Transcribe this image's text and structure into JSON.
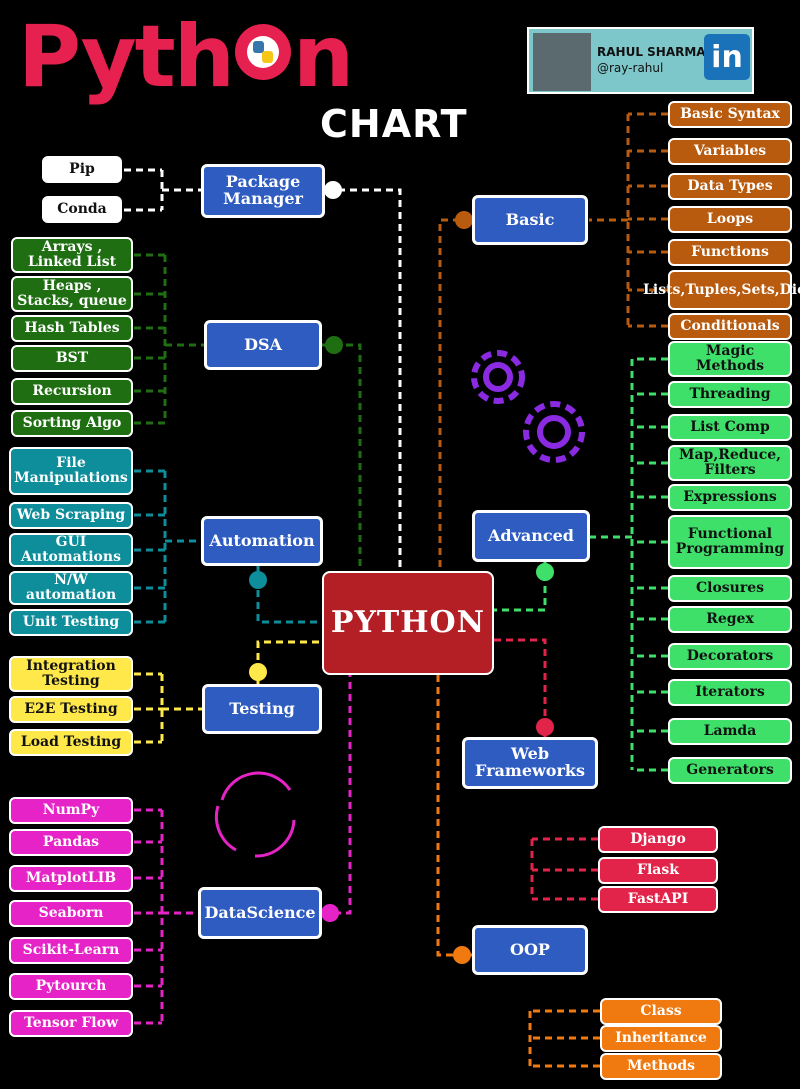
{
  "title": {
    "main": "Pyth",
    "main_end": "n",
    "sub": "CHART"
  },
  "profile": {
    "name": "RAHUL SHARMA",
    "handle": "@ray-rahul",
    "network": "in"
  },
  "center": "PYTHON",
  "colors": {
    "basic": "#b85b0f",
    "advanced": "#3fe06a",
    "web": "#e3244a",
    "oop": "#f07a10",
    "pkg": "#ffffff",
    "dsa": "#1f6e12",
    "automation": "#0e8d9a",
    "testing": "#ffe94a",
    "datascience": "#e623c6",
    "center": "#b41f26",
    "category": "#2f5cc1"
  },
  "categories": {
    "package_manager": "Package Manager",
    "dsa": "DSA",
    "automation": "Automation",
    "testing": "Testing",
    "datascience": "DataScience",
    "basic": "Basic",
    "advanced": "Advanced",
    "web": "Web Frameworks",
    "oop": "OOP"
  },
  "leaves": {
    "package_manager": [
      "Pip",
      "Conda"
    ],
    "dsa": [
      "Arrays , Linked List",
      "Heaps , Stacks, queue",
      "Hash Tables",
      "BST",
      "Recursion",
      "Sorting Algo"
    ],
    "automation": [
      "File Manipulations",
      "Web Scraping",
      "GUI Automations",
      "N/W automation",
      "Unit Testing"
    ],
    "testing": [
      "Integration Testing",
      "E2E Testing",
      "Load Testing"
    ],
    "datascience": [
      "NumPy",
      "Pandas",
      "MatplotLIB",
      "Seaborn",
      "Scikit-Learn",
      "Pytourch",
      "Tensor Flow"
    ],
    "basic": [
      "Basic Syntax",
      "Variables",
      "Data Types",
      "Loops",
      "Functions",
      "Lists,Tuples,Sets,Dict.",
      "Conditionals"
    ],
    "advanced": [
      "Magic Methods",
      "Threading",
      "List Comp",
      "Map,Reduce, Filters",
      "Expressions",
      "Functional Programming",
      "Closures",
      "Regex",
      "Decorators",
      "Iterators",
      "Lamda",
      "Generators"
    ],
    "web": [
      "Django",
      "Flask",
      "FastAPI"
    ],
    "oop": [
      "Class",
      "Inheritance",
      "Methods"
    ]
  }
}
